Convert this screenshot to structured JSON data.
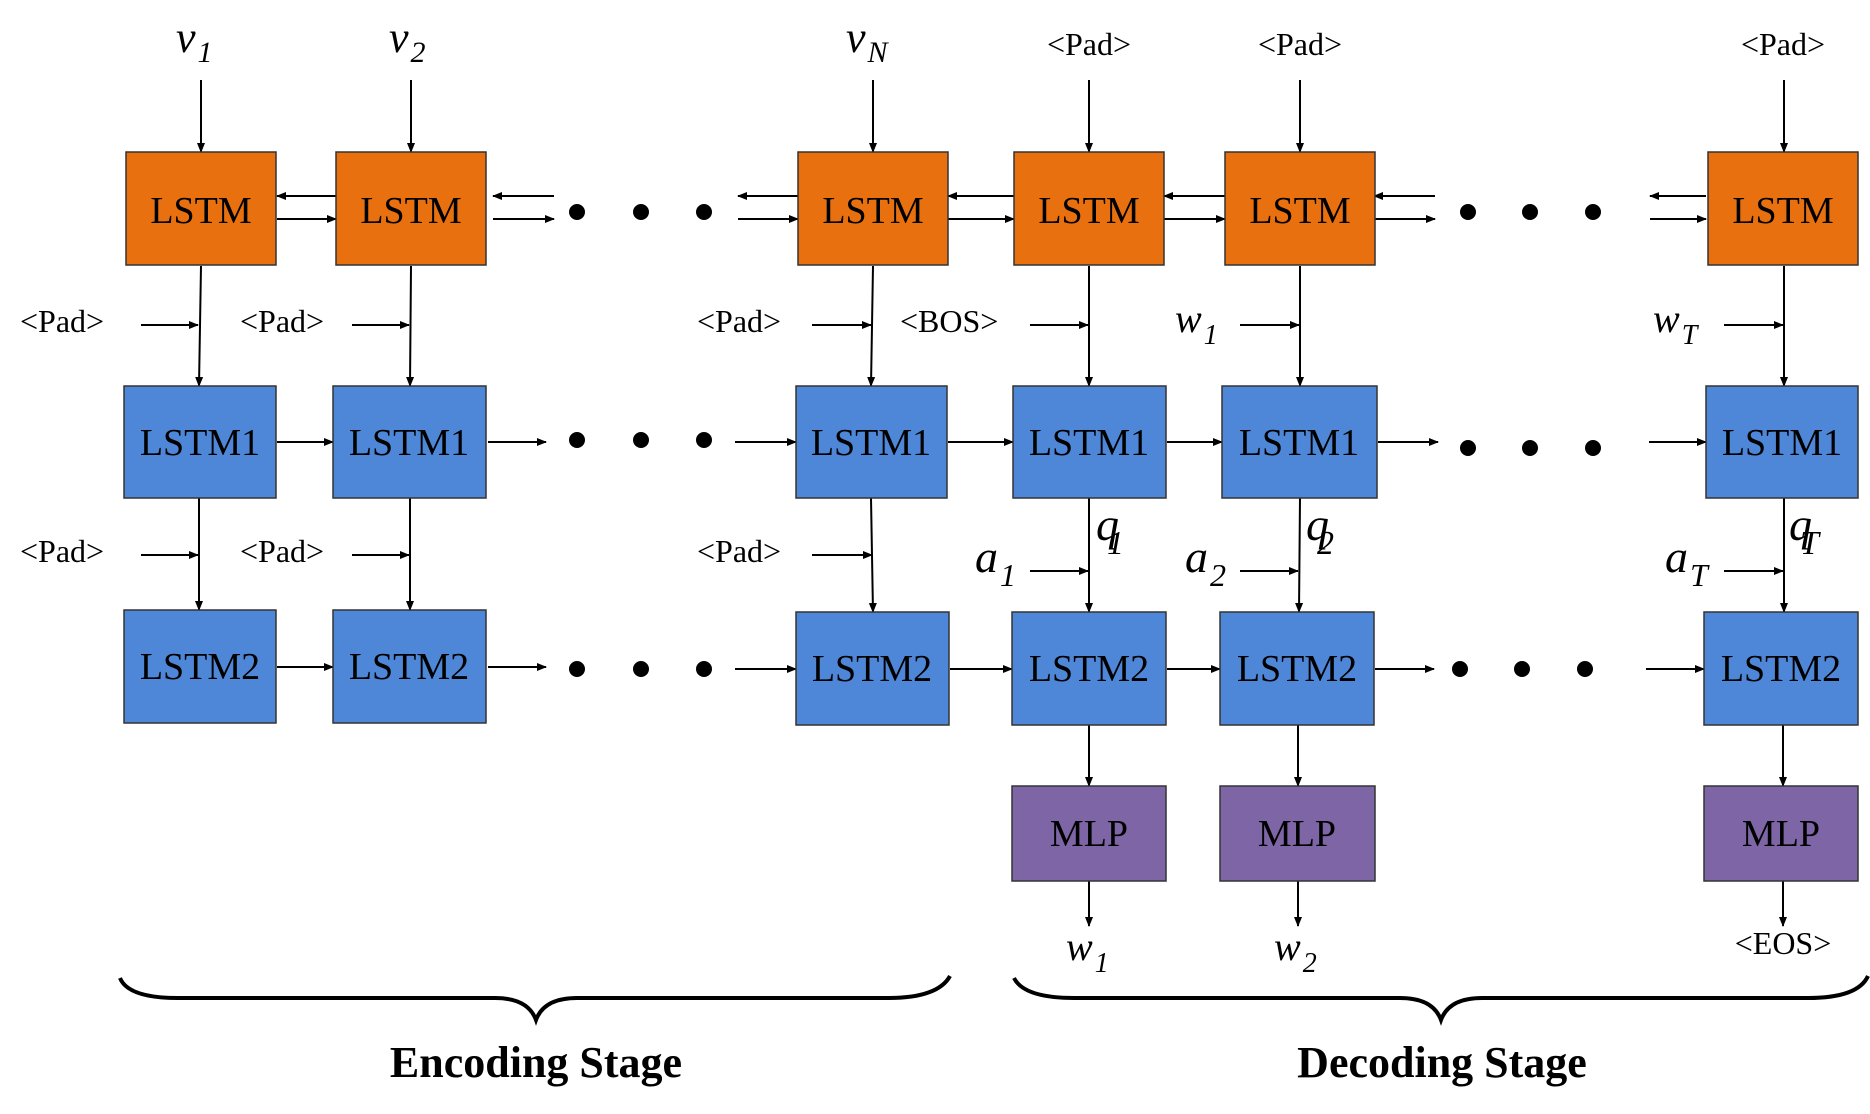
{
  "colors": {
    "lstm_top": "#E8700F",
    "lstm_blue": "#4F87D8",
    "mlp": "#7E66A6",
    "border": "#333333"
  },
  "top_inputs": {
    "v1": "v",
    "v1_sub": "1",
    "v2": "v",
    "v2_sub": "2",
    "vN": "v",
    "vN_sub": "N",
    "pad": "<Pad>"
  },
  "boxes": {
    "lstm": "LSTM",
    "lstm1": "LSTM1",
    "lstm2": "LSTM2",
    "mlp": "MLP"
  },
  "row2_inputs": {
    "pad": "<Pad>",
    "bos": "<BOS>",
    "w1": "w",
    "w1_sub": "1",
    "wT": "w",
    "wT_sub": "T"
  },
  "row3_inputs": {
    "pad": "<Pad>",
    "q1": "q",
    "q1_sub": "1",
    "q2": "q",
    "q2_sub": "2",
    "qT": "q",
    "qT_sub": "T",
    "a1": "a",
    "a1_sub": "1",
    "a2": "a",
    "a2_sub": "2",
    "aT": "a",
    "aT_sub": "T"
  },
  "outputs": {
    "w1": "w",
    "w1_sub": "1",
    "w2": "w",
    "w2_sub": "2",
    "eos": "<EOS>"
  },
  "stages": {
    "encoding": "Encoding Stage",
    "decoding": "Decoding Stage"
  }
}
